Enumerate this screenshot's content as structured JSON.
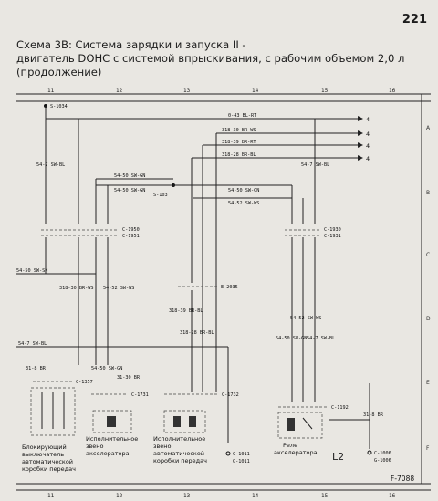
{
  "page_number": "221",
  "title_lines": [
    "Схема 3В: Система зарядки и запуска II -",
    "двигатель DOHC с системой впрыскивания, с рабочим объемом 2,0 л",
    "(продолжение)"
  ],
  "grid_columns": [
    "11",
    "12",
    "13",
    "14",
    "15",
    "16"
  ],
  "grid_rows": [
    "A",
    "B",
    "C",
    "D",
    "E",
    "F"
  ],
  "references": [
    "4",
    "4",
    "4",
    "4"
  ],
  "wire_labels": {
    "w_043": "0-43 BL-RT",
    "w_3180a": "318-30 BR-WS",
    "w_3183": "318-39 BR-RT",
    "w_3182": "318-28 BR-BL",
    "w_547a": "54-7 SW-BL",
    "w_5450gn_a": "54-50 SW-GN",
    "w_5450gn_b": "54-50 SW-GN",
    "w_5450gn_c": "54-50 SW-GN",
    "w_5452ws": "54-52 SW-WS",
    "w_5450sn": "54-50 SW-SN",
    "w_3180b": "318-30 BR-WS",
    "w_5452b": "54-52 SW-WS",
    "w_3183b": "318-39 BR-BL",
    "w_3182b": "318-28 BR-BL",
    "w_547b": "54-7 SW-BL",
    "w_5452c": "54-52 SW-WS",
    "w_5450d": "54-50 SW-GN",
    "w_547c": "54-7 SW-BL",
    "w_318a": "31-8 BR",
    "w_5450e": "54-50 SW-GN",
    "w_3130": "31-30 BR",
    "w_318b": "31-8 BR"
  },
  "nodes": {
    "s1034": "S-1034",
    "s103": "S-103",
    "c1950": "C-1950",
    "c1951": "C-1951",
    "c1930": "C-1930",
    "c1931": "C-1931",
    "e2035": "E-2035",
    "c1357": "C-1357",
    "c1731": "C-1731",
    "c1732": "C-1732",
    "c1192": "C-1192",
    "c1011": "C-1011",
    "g1011": "G-1011",
    "c1006": "C-1006",
    "g1006": "G-1006"
  },
  "components": {
    "comp1": [
      "Блокирующий",
      "выключатель",
      "автоматической",
      "коробки передач"
    ],
    "comp2": [
      "Исполнительное",
      "звено",
      "акселератора"
    ],
    "comp3": [
      "Исполнительное",
      "звено",
      "автоматической",
      "коробки передач"
    ],
    "comp4": [
      "Реле",
      "акселератора"
    ]
  },
  "relay_marking": "L2",
  "figure_id": "F-7088"
}
